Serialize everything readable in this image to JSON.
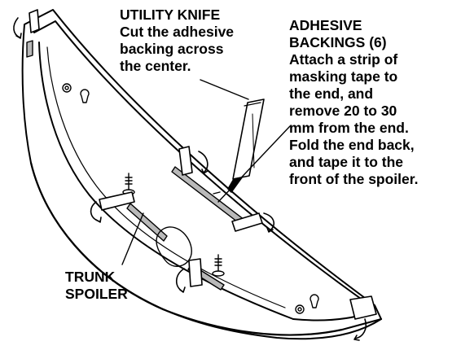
{
  "labels": {
    "utility_knife": {
      "title": "UTILITY KNIFE",
      "lines": [
        "Cut the adhesive",
        "backing across",
        "the center."
      ]
    },
    "adhesive_backings": {
      "title_lines": [
        "ADHESIVE",
        "BACKINGS (6)"
      ],
      "lines": [
        "Attach a strip of",
        "masking tape to",
        "the end, and",
        "remove 20 to 30",
        "mm from the end.",
        "Fold the end back,",
        "and tape it to the",
        "front of the spoiler."
      ]
    },
    "trunk_spoiler": {
      "lines": [
        "TRUNK",
        "SPOILER"
      ]
    }
  },
  "colors": {
    "ink": "#000000",
    "paper": "#ffffff",
    "tape_shade": "#b9b9b9"
  },
  "icons": [
    "utility-knife-icon",
    "fold-arrow-icon",
    "mounting-stud-icon",
    "mounting-hole-icon"
  ]
}
